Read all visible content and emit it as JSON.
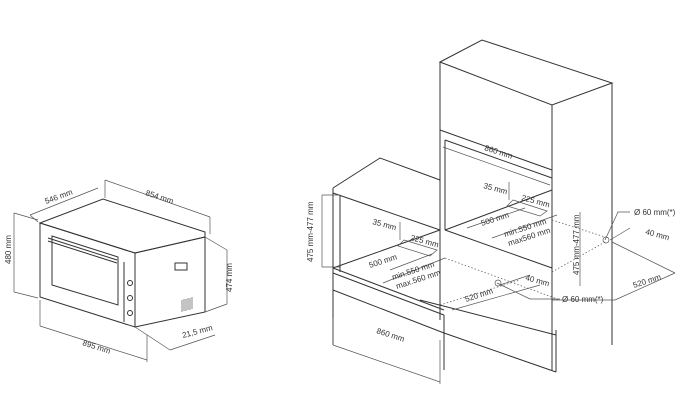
{
  "oven": {
    "depth_label": "546 mm",
    "width_top_label": "854 mm",
    "height_label": "480 mm",
    "body_height_label": "474 mm",
    "front_width_label": "895 mm",
    "panel_label": "21,5 mm"
  },
  "under_counter": {
    "height_label": "475 mm-477 mm",
    "offset_label": "35 mm",
    "vent_label": "225 mm",
    "depth_label": "500 mm",
    "min_label": "min.550 mm",
    "max_label": "max.560 mm",
    "cabinet_width_label": "860 mm",
    "rear_depth_label": "520 mm",
    "rear_gap_label": "40 mm",
    "hole_label": "Ø 60 mm(*)"
  },
  "tall_unit": {
    "width_label": "860 mm",
    "offset_label": "35 mm",
    "vent_label": "225 mm",
    "depth_label": "500 mm",
    "min_label": "min.550 mm",
    "max_label": "max560 mm",
    "height_label": "475 mm-477 mm",
    "rear_gap_label": "40 mm",
    "rear_depth_label": "520 mm",
    "hole_label": "Ø 60 mm(*)"
  }
}
